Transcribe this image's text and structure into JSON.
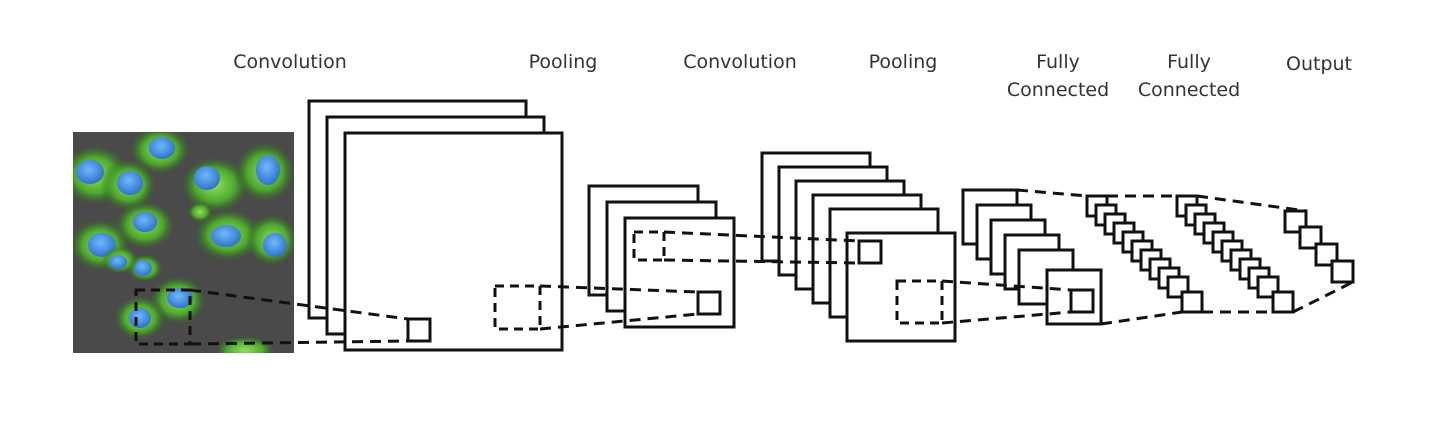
{
  "labels": {
    "conv1": "Convolution",
    "pool1": "Pooling",
    "conv2": "Convolution",
    "pool2": "Pooling",
    "fc1_line1": "Fully",
    "fc1_line2": "Connected",
    "fc2_line1": "Fully",
    "fc2_line2": "Connected",
    "output": "Output"
  },
  "colors": {
    "image_background": "#4a4a4a",
    "cell_cytoskeleton": "#5dbb3a",
    "cell_nucleus": "#3f8fe0",
    "stroke": "#111111",
    "label": "#333333"
  }
}
